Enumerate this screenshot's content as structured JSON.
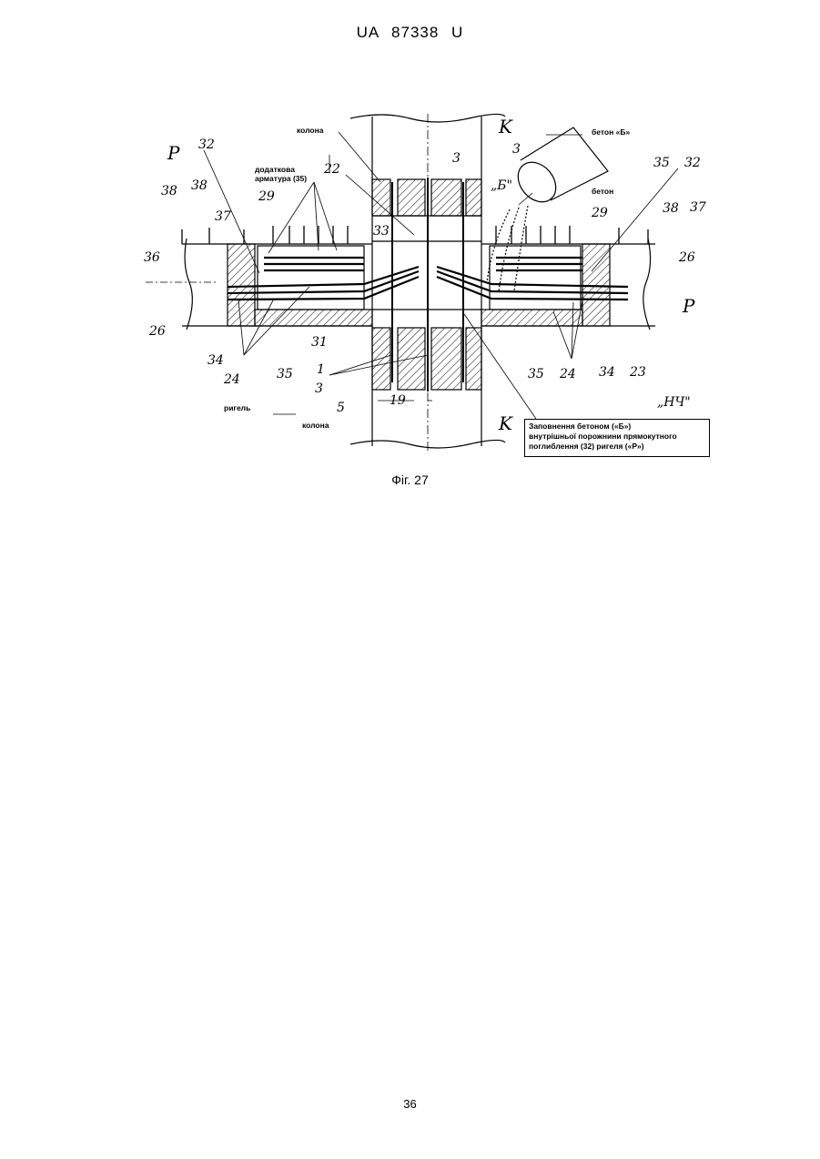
{
  "header": {
    "doc_number": "UA   87338   U"
  },
  "figure": {
    "caption": "Фіг. 27",
    "labels": {
      "column_top": "колона",
      "column_bottom": "колона",
      "concrete_b": "бетон «Б»",
      "concrete": "бетон",
      "additional_rebar_line1": "додаткова",
      "additional_rebar_line2": "арматура (35)",
      "girder": "ригель",
      "K_top": "K",
      "K_bottom": "K",
      "P_left": "P",
      "P_right": "P",
      "B_mark": "„Б\"",
      "NCh_mark": "„НЧ\"",
      "n32_left": "32",
      "n38_a": "38",
      "n38_b": "38",
      "n37_left": "37",
      "n29_left": "29",
      "n22": "22",
      "n3_top": "3",
      "n3_top2": "3",
      "n33": "33",
      "n36": "36",
      "n26_left": "26",
      "n34_left": "34",
      "n24_left": "24",
      "n35_left": "35",
      "n31": "31",
      "n1": "1",
      "n3_bottom": "3",
      "n5": "5",
      "n19": "19",
      "n35_right_top": "35",
      "n32_right": "32",
      "n29_right": "29",
      "n38_right": "38",
      "n37_right": "37",
      "n26_right": "26",
      "n35_right_bottom": "35",
      "n24_right": "24",
      "n34_right": "34",
      "n23": "23"
    },
    "note": {
      "line1": "Заповнення бетоном («Б»)",
      "line2": "внутрішньої порожнини прямокутного",
      "line3": "поглиблення (32) ригеля («Р»)"
    }
  },
  "page_number": "36"
}
